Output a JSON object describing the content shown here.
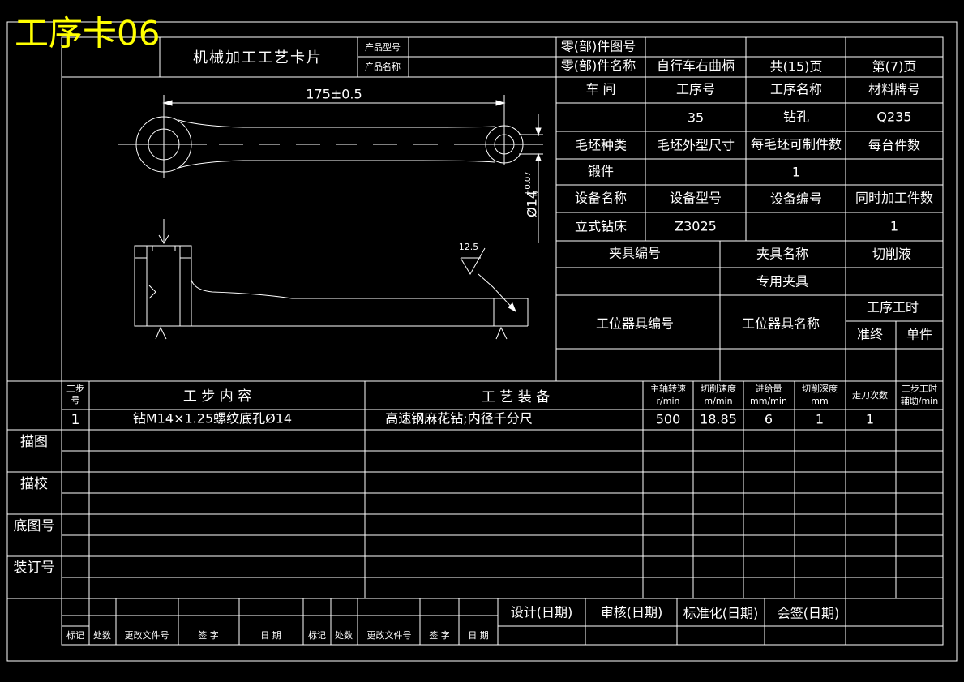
{
  "title": "工序卡06",
  "header": {
    "card_name": "机械加工工艺卡片",
    "product_model_label": "产品型号",
    "product_name_label": "产品名称",
    "part_drawing_no_label": "零(部)件图号",
    "part_name_label": "零(部)件名称",
    "part_name": "自行车右曲柄",
    "total_pages": "共(15)页",
    "page_no": "第(7)页"
  },
  "process": {
    "workshop_label": "车    间",
    "op_no_label": "工序号",
    "op_name_label": "工序名称",
    "material_label": "材料牌号",
    "op_no": "35",
    "op_name": "钻孔",
    "material": "Q235",
    "blank_type_label": "毛坯种类",
    "blank_size_label": "毛坯外型尺寸",
    "per_blank_label": "每毛坯可制件数",
    "per_machine_label": "每台件数",
    "blank_type": "锻件",
    "per_blank": "1",
    "equip_name_label": "设备名称",
    "equip_model_label": "设备型号",
    "equip_no_label": "设备编号",
    "simul_label": "同时加工件数",
    "equip_name": "立式钻床",
    "equip_model": "Z3025",
    "simul": "1",
    "fixture_no_label": "夹具编号",
    "fixture_name_label": "夹具名称",
    "coolant_label": "切削液",
    "fixture_name": "专用夹具",
    "station_tool_no_label": "工位器具编号",
    "station_tool_name_label": "工位器具名称",
    "op_time_label": "工序工时",
    "prep_label": "准终",
    "unit_label": "单件"
  },
  "drawing": {
    "length_dim": "175±0.5",
    "dia_dim": "Ø14",
    "dia_tol": "+0.07",
    "dia_tol_low": "0",
    "roughness": "12.5"
  },
  "steps_table": {
    "headers": {
      "step_no_1": "工步",
      "step_no_2": "号",
      "content": "工   步   内   容",
      "equipment": "工   艺   装   备",
      "spindle_1": "主轴转速",
      "spindle_2": "r/min",
      "speed_1": "切削速度",
      "speed_2": "m/min",
      "feed_1": "进给量",
      "feed_2": "mm/min",
      "depth_1": "切削深度",
      "depth_2": "mm",
      "passes": "走刀次数",
      "time_1": "工步工时",
      "time_2": "辅助/min"
    },
    "rows": [
      {
        "no": "1",
        "content": "钻M14×1.25螺纹底孔Ø14",
        "equipment": "高速钢麻花钻;内径千分尺",
        "spindle": "500",
        "speed": "18.85",
        "feed": "6",
        "depth": "1",
        "passes": "1"
      }
    ]
  },
  "side_labels": {
    "trace": "描图",
    "check": "描校",
    "base_no": "底图号",
    "binding_no": "装订号"
  },
  "footer": {
    "design": "设计(日期)",
    "review": "审核(日期)",
    "standard": "标准化(日期)",
    "countersign": "会签(日期)",
    "mark": "标记",
    "place": "处数",
    "change_doc": "更改文件号",
    "sign": "签   字",
    "date": "日   期",
    "mark2": "标记",
    "place2": "处数",
    "change_doc2": "更改文件号",
    "sign2": "签  字",
    "date2": "日  期"
  }
}
